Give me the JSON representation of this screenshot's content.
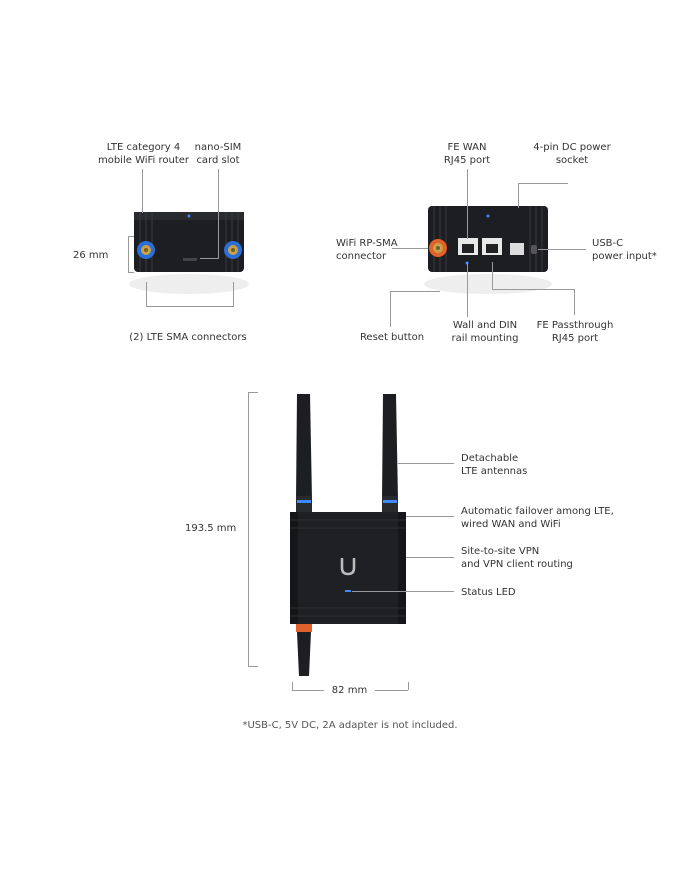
{
  "top_left": {
    "lte_router": "LTE category 4\nmobile WiFi router",
    "nano_sim": "nano-SIM\ncard slot",
    "height": "26 mm",
    "sma": "(2) LTE SMA connectors"
  },
  "top_right": {
    "fe_wan": "FE WAN\nRJ45 port",
    "dc_power": "4-pin DC power\nsocket",
    "wifi_sma": "WiFi RP-SMA\nconnector",
    "usb_c": "USB-C\npower input*",
    "reset": "Reset button",
    "din": "Wall and DIN\nrail mounting",
    "passthrough": "FE Passthrough\nRJ45 port"
  },
  "bottom": {
    "height": "193.5 mm",
    "width": "82 mm",
    "antennas": "Detachable\nLTE antennas",
    "failover": "Automatic failover among LTE,\nwired WAN and WiFi",
    "vpn": "Site-to-site VPN\nand VPN client routing",
    "status": "Status LED"
  },
  "footnote": "*USB-C, 5V DC, 2A adapter is not included.",
  "colors": {
    "device": "#1d1e21",
    "accent_blue": "#3d8bff",
    "sma_gold": "#c8a24a",
    "orange": "#e0622a"
  }
}
